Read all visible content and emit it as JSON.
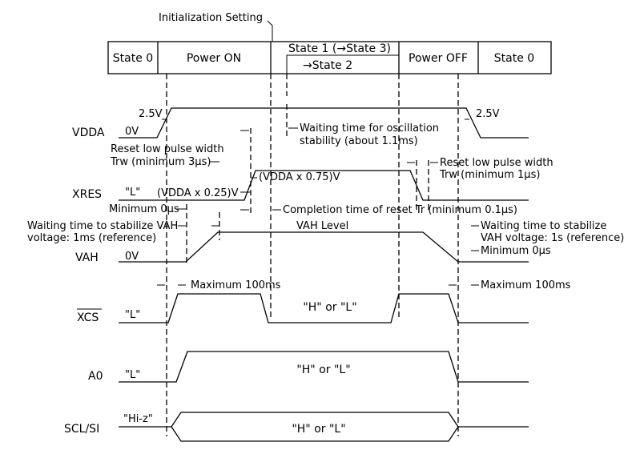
{
  "annotations": {
    "init_setting": "Initialization Setting",
    "osc_wait_1": "Waiting time for oscillation",
    "osc_wait_2": "stability (about 1.1ms)",
    "reset_low_left_1": "Reset low pulse width",
    "reset_low_left_2": "Trw (minimum 3μs)",
    "vdda_075": "(VDDA x 0.75)V",
    "vdda_025": "(VDDA x 0.25)V",
    "reset_low_right_1": "Reset low pulse width",
    "reset_low_right_2": "Trw (minimum 1μs)",
    "min_0us_left": "Minimum 0μs",
    "completion_time": "Completion time of reset Tr (minimum 0.1μs)",
    "vah_wait_left_1": "Waiting time to stabilize VAH",
    "vah_wait_left_2": "voltage: 1ms (reference)",
    "vah_wait_right_1": "Waiting time to stabilize",
    "vah_wait_right_2": "VAH voltage: 1s (reference)",
    "vah_level": "VAH Level",
    "min_0us_right": "Minimum 0μs",
    "max_100ms_left": "Maximum 100ms",
    "max_100ms_right": "Maximum 100ms"
  },
  "states": {
    "state0_left": "State 0",
    "power_on": "Power ON",
    "state1": "State 1 (→State 3)",
    "state2": "→State 2",
    "power_off": "Power OFF",
    "state0_right": "State 0"
  },
  "signals": {
    "vdda": {
      "name": "VDDA",
      "initial": "0V",
      "level": "2.5V",
      "level_right": "2.5V"
    },
    "xres": {
      "name": "XRES",
      "initial": "\"L\""
    },
    "vah": {
      "name": "VAH",
      "initial": "0V"
    },
    "xcs": {
      "name": "XCS",
      "initial": "\"L\"",
      "middle": "\"H\" or \"L\""
    },
    "a0": {
      "name": "A0",
      "initial": "\"L\"",
      "middle": "\"H\" or \"L\""
    },
    "scl": {
      "name": "SCL/SI",
      "initial": "\"Hi-z\"",
      "middle": "\"H\" or \"L\""
    }
  }
}
